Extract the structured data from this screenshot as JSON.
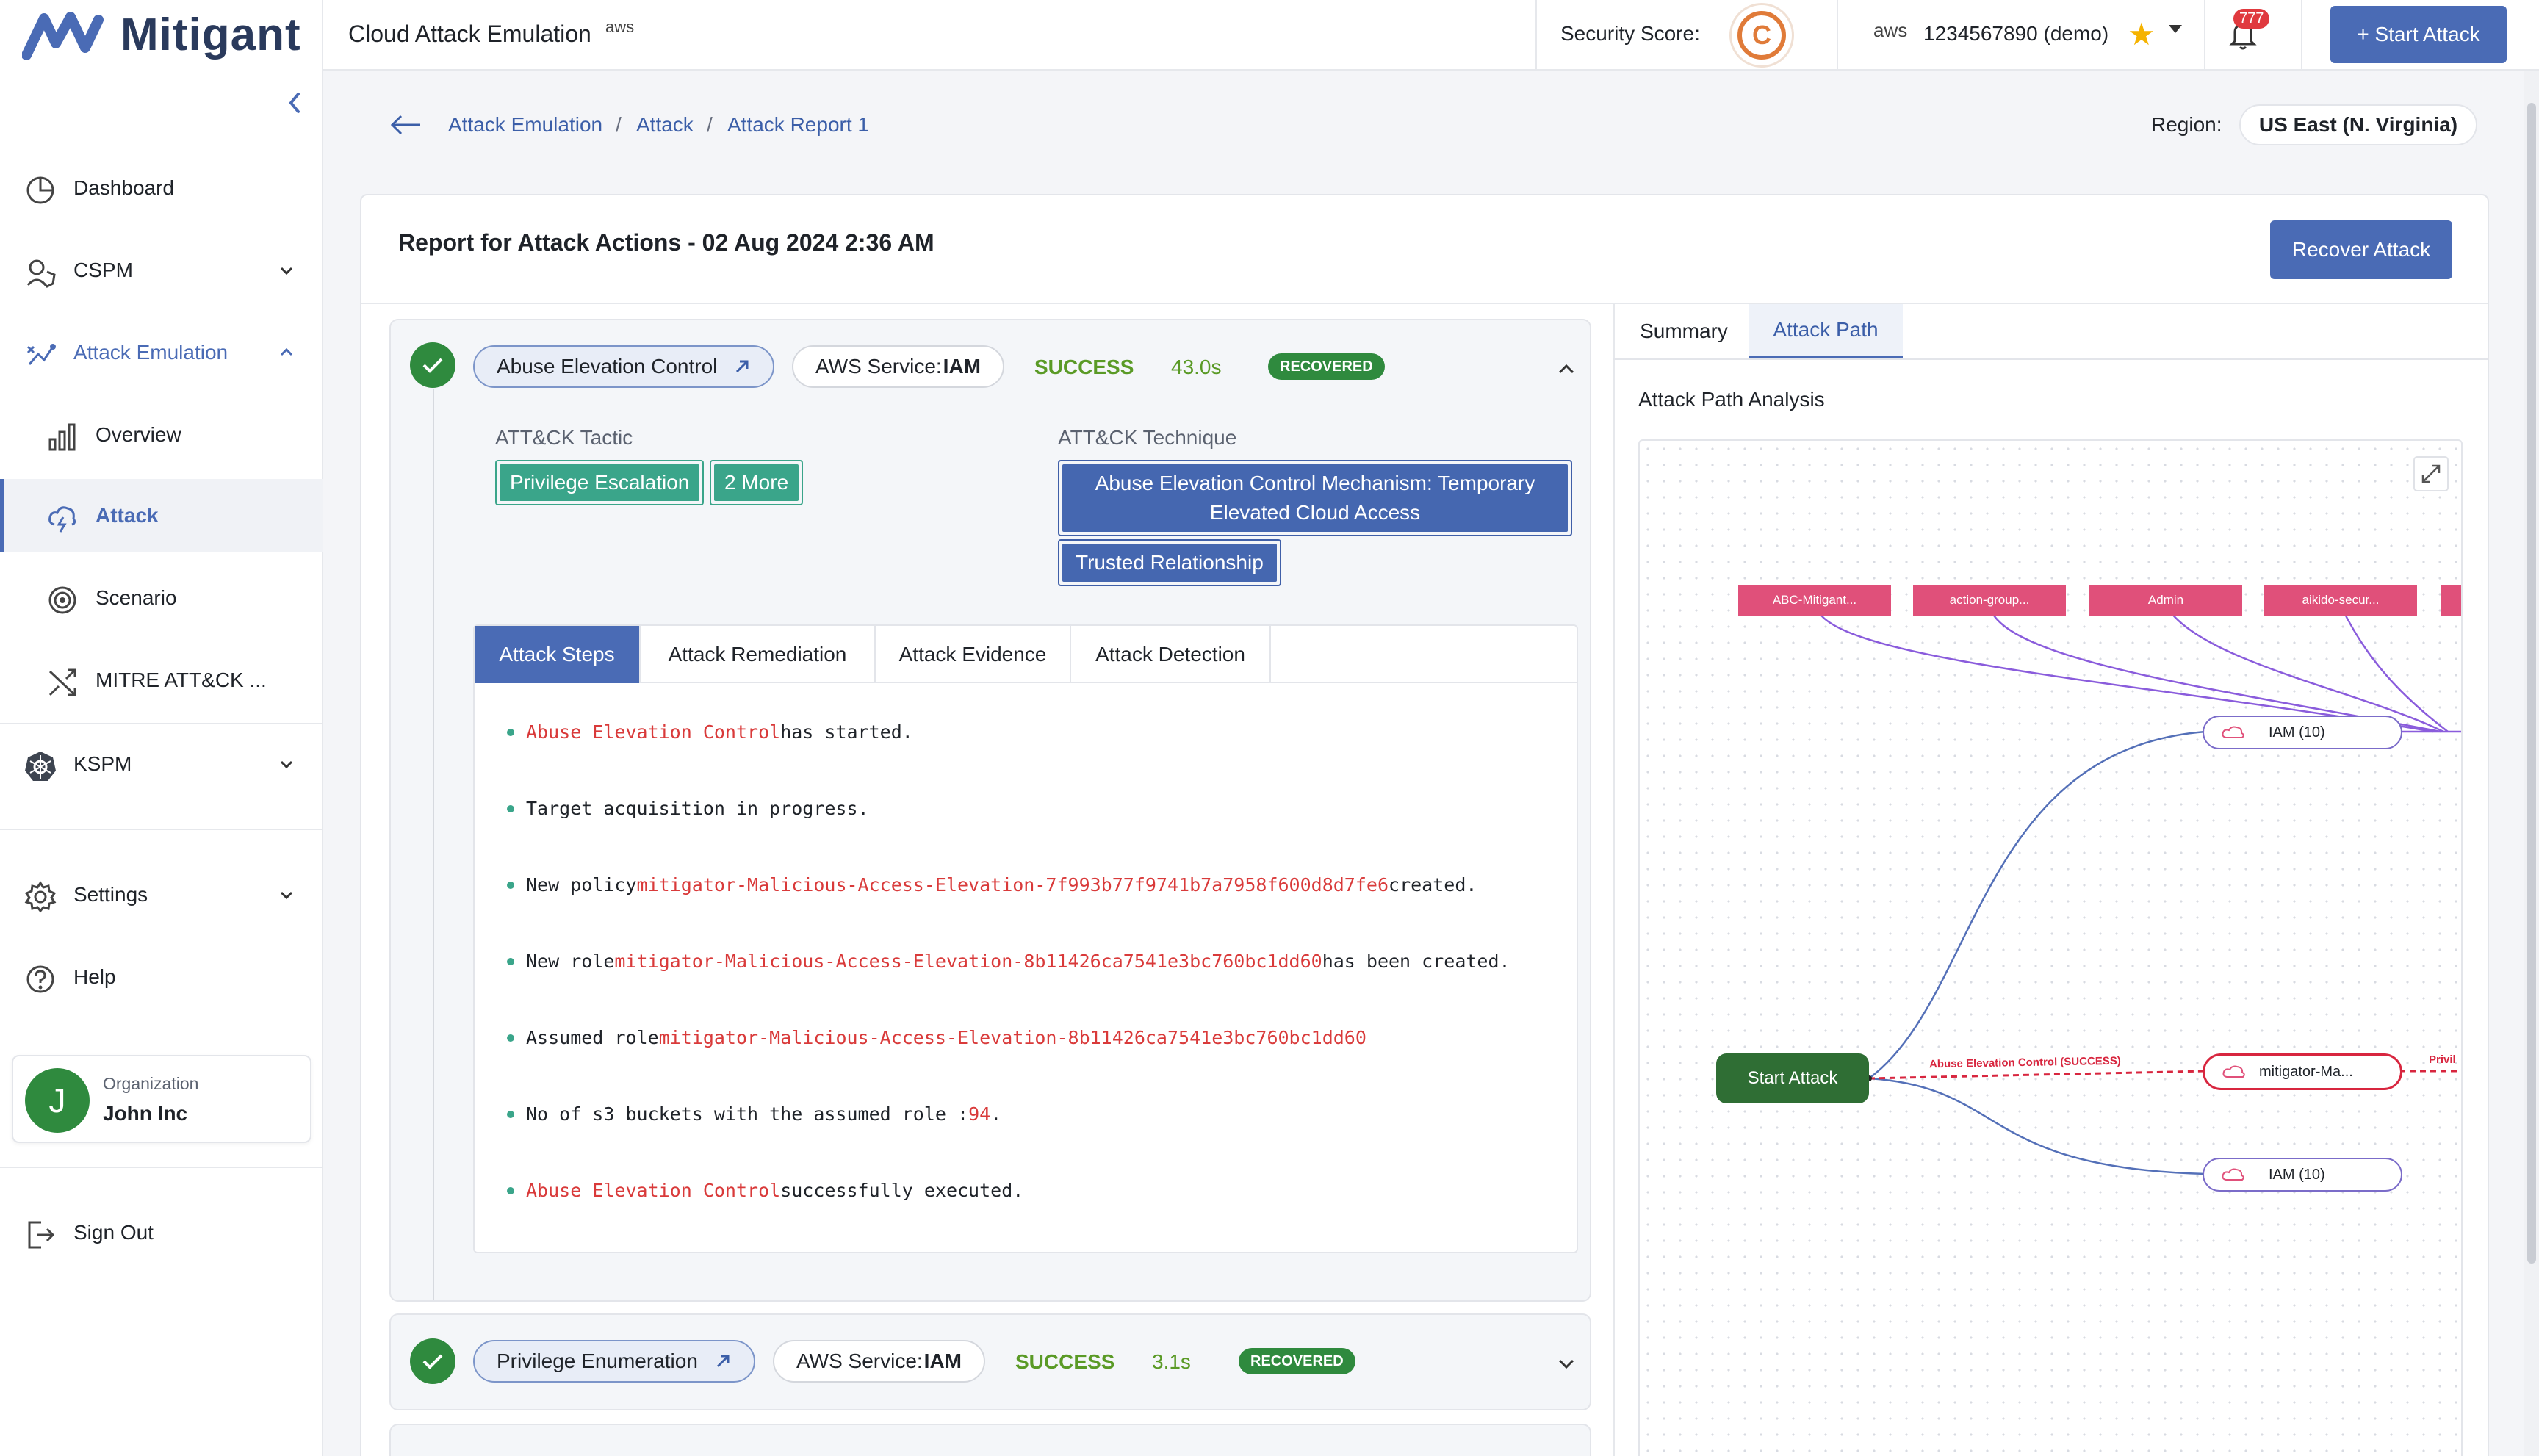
{
  "brand": {
    "name": "Mitigant"
  },
  "sidebar": {
    "items": [
      {
        "label": "Dashboard"
      },
      {
        "label": "CSPM"
      },
      {
        "label": "Attack Emulation"
      },
      {
        "label": "Overview"
      },
      {
        "label": "Attack"
      },
      {
        "label": "Scenario"
      },
      {
        "label": "MITRE ATT&CK ..."
      },
      {
        "label": "KSPM"
      },
      {
        "label": "Settings"
      },
      {
        "label": "Help"
      },
      {
        "label": "Sign Out"
      }
    ],
    "org": {
      "label": "Organization",
      "name": "John Inc",
      "initial": "J"
    }
  },
  "header": {
    "title": "Cloud Attack Emulation",
    "aws_mark": "aws",
    "security_score_label": "Security Score:",
    "security_score": "C",
    "account_mark": "aws",
    "account": "1234567890 (demo)",
    "notifications": "777",
    "start_attack": "+ Start Attack"
  },
  "breadcrumb": {
    "items": [
      "Attack Emulation",
      "Attack",
      "Attack Report 1"
    ],
    "sep": "/"
  },
  "region": {
    "label": "Region:",
    "value": "US East (N. Virginia)"
  },
  "report": {
    "title": "Report for Attack Actions - 02 Aug 2024 2:36 AM",
    "recover": "Recover Attack",
    "actions": [
      {
        "name": "Abuse Elevation Control",
        "service_prefix": "AWS Service:",
        "service": "IAM",
        "status": "SUCCESS",
        "duration": "43.0s",
        "badge": "RECOVERED",
        "tactic_label": "ATT&CK Tactic",
        "tactics": [
          "Privilege Escalation",
          "2 More"
        ],
        "technique_label": "ATT&CK Technique",
        "techniques": [
          "Abuse Elevation Control Mechanism: Temporary Elevated Cloud Access",
          "Trusted Relationship"
        ],
        "tabs": [
          "Attack Steps",
          "Attack Remediation",
          "Attack Evidence",
          "Attack Detection"
        ],
        "steps": [
          {
            "pre": "",
            "hl": "Abuse Elevation Control",
            "post": " has started."
          },
          {
            "pre": "Target acquisition in progress.",
            "hl": "",
            "post": ""
          },
          {
            "pre": "New policy ",
            "hl": "mitigator-Malicious-Access-Elevation-7f993b77f9741b7a7958f600d8d7fe6",
            "post": " created."
          },
          {
            "pre": "New role ",
            "hl": "mitigator-Malicious-Access-Elevation-8b11426ca7541e3bc760bc1dd60",
            "post": " has been created."
          },
          {
            "pre": "Assumed role ",
            "hl": "mitigator-Malicious-Access-Elevation-8b11426ca7541e3bc760bc1dd60",
            "post": ""
          },
          {
            "pre": "No of s3 buckets with the assumed role : ",
            "hl": "94",
            "post": " ."
          },
          {
            "pre": "",
            "hl": "Abuse Elevation Control",
            "post": " successfully executed."
          }
        ]
      },
      {
        "name": "Privilege Enumeration",
        "service_prefix": "AWS Service:",
        "service": "IAM",
        "status": "SUCCESS",
        "duration": "3.1s",
        "badge": "RECOVERED"
      }
    ]
  },
  "right_panel": {
    "tabs": [
      "Summary",
      "Attack Path"
    ],
    "heading": "Attack Path Analysis",
    "graph": {
      "top_nodes": [
        "ABC-Mitigant...",
        "action-group...",
        "Admin",
        "aikido-secur..."
      ],
      "iam_top": "IAM (10)",
      "start": "Start Attack",
      "edge_label": "Abuse Elevation Control (SUCCESS)",
      "edge_label_right": "Privil",
      "mitigator": "mitigator-Ma...",
      "iam_bottom": "IAM (10)"
    }
  },
  "colors": {
    "accent": "#4a6bb5",
    "success": "#2f8a3e",
    "highlight": "#d93a3a",
    "tag": "#3aa58a",
    "node": "#e0507a"
  }
}
